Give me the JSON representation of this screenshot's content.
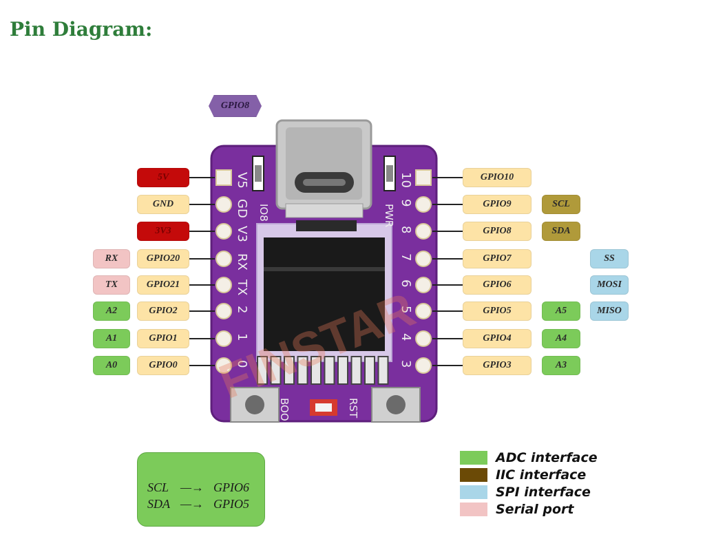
{
  "title": "Pin Diagram:",
  "top_pin": "GPIO8",
  "left_pins": [
    {
      "label": "5V",
      "cls": "red"
    },
    {
      "label": "GND",
      "cls": "gpio"
    },
    {
      "label": "3V3",
      "cls": "red"
    },
    {
      "label": "GPIO20",
      "cls": "gpio"
    },
    {
      "label": "GPIO21",
      "cls": "gpio"
    },
    {
      "label": "GPIO2",
      "cls": "gpio"
    },
    {
      "label": "GPIO1",
      "cls": "gpio"
    },
    {
      "label": "GPIO0",
      "cls": "gpio"
    }
  ],
  "left_functions": [
    {
      "label": "",
      "cls": ""
    },
    {
      "label": "",
      "cls": ""
    },
    {
      "label": "",
      "cls": ""
    },
    {
      "label": "RX",
      "cls": "ser"
    },
    {
      "label": "TX",
      "cls": "ser"
    },
    {
      "label": "A2",
      "cls": "adc"
    },
    {
      "label": "A1",
      "cls": "adc"
    },
    {
      "label": "A0",
      "cls": "adc"
    }
  ],
  "right_pins": [
    "GPIO10",
    "GPIO9",
    "GPIO8",
    "GPIO7",
    "GPIO6",
    "GPIO5",
    "GPIO4",
    "GPIO3"
  ],
  "right_functions_1": [
    {
      "label": "",
      "cls": ""
    },
    {
      "label": "SCL",
      "cls": "iic"
    },
    {
      "label": "SDA",
      "cls": "iic"
    },
    {
      "label": "",
      "cls": ""
    },
    {
      "label": "",
      "cls": ""
    },
    {
      "label": "A5",
      "cls": "adc"
    },
    {
      "label": "A4",
      "cls": "adc"
    },
    {
      "label": "A3",
      "cls": "adc"
    }
  ],
  "right_functions_2": [
    {
      "label": "",
      "cls": ""
    },
    {
      "label": "",
      "cls": ""
    },
    {
      "label": "",
      "cls": ""
    },
    {
      "label": "SS",
      "cls": "spi"
    },
    {
      "label": "MOSI",
      "cls": "spi"
    },
    {
      "label": "MISO",
      "cls": "spi"
    },
    {
      "label": "",
      "cls": ""
    },
    {
      "label": "",
      "cls": ""
    }
  ],
  "board": {
    "silk_left": [
      "V5",
      "GD",
      "V3",
      "RX",
      "TX",
      "2",
      "1",
      "0"
    ],
    "silk_right": [
      "10",
      "9",
      "8",
      "7",
      "6",
      "5",
      "4",
      "3"
    ],
    "io8": "IO8",
    "pwr": "PWR",
    "boo": "BOO",
    "rst": "RST",
    "watermark": "FINSTAR",
    "colors": {
      "pcb": "#7a2f9e",
      "pcb_edge": "#5e1f7c",
      "pad": "#f4efe6",
      "oled": "#1a1a1a"
    }
  },
  "legend": [
    {
      "label": "ADC interface",
      "color": "#7ccb5a"
    },
    {
      "label": "IIC interface",
      "color": "#6b4a06"
    },
    {
      "label": "SPI interface",
      "color": "#a9d6e8"
    },
    {
      "label": "Serial port",
      "color": "#f2c4c4"
    }
  ],
  "note": {
    "row1": {
      "from": "SCL",
      "arrow": "—→",
      "to": "GPIO6"
    },
    "row2": {
      "from": "SDA",
      "arrow": "—→",
      "to": "GPIO5"
    }
  }
}
